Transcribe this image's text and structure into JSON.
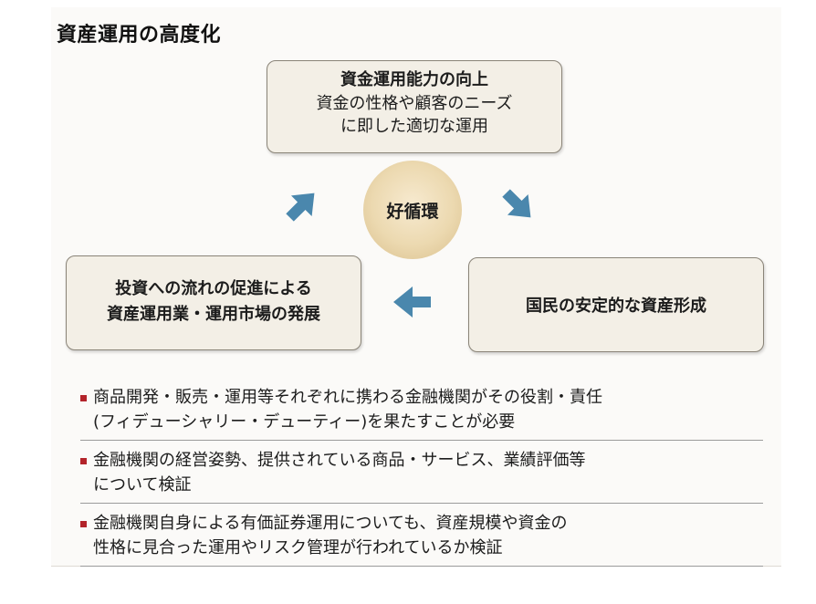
{
  "title": "資産運用の高度化",
  "center": "好循環",
  "top_box": {
    "heading": "資金運用能力の向上",
    "body": "資金の性格や顧客のニーズ\nに即した適切な運用"
  },
  "left_box": "投資への流れの促進による\n資産運用業・運用市場の発展",
  "right_box": "国民の安定的な資産形成",
  "arrow_color": "#4a87ad",
  "bullet_color": "#b3232a",
  "notes": [
    "商品開発・販売・運用等それぞれに携わる金融機関がその役割・責任\n(フィデューシャリー・デューティー)を果たすことが必要",
    "金融機関の経営姿勢、提供されている商品・サービス、業績評価等\nについて検証",
    "金融機関自身による有価証券運用についても、資産規模や資金の\n性格に見合った運用やリスク管理が行われているか検証"
  ]
}
